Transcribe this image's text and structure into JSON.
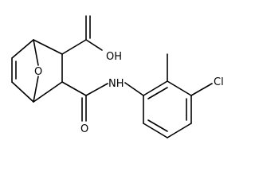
{
  "structure": {
    "labels": {
      "bridge_oxygen": "O",
      "acid_group": "OH",
      "carbonyl_oxygen": "O",
      "amide_nh": "NH",
      "chloro": "Cl"
    }
  }
}
